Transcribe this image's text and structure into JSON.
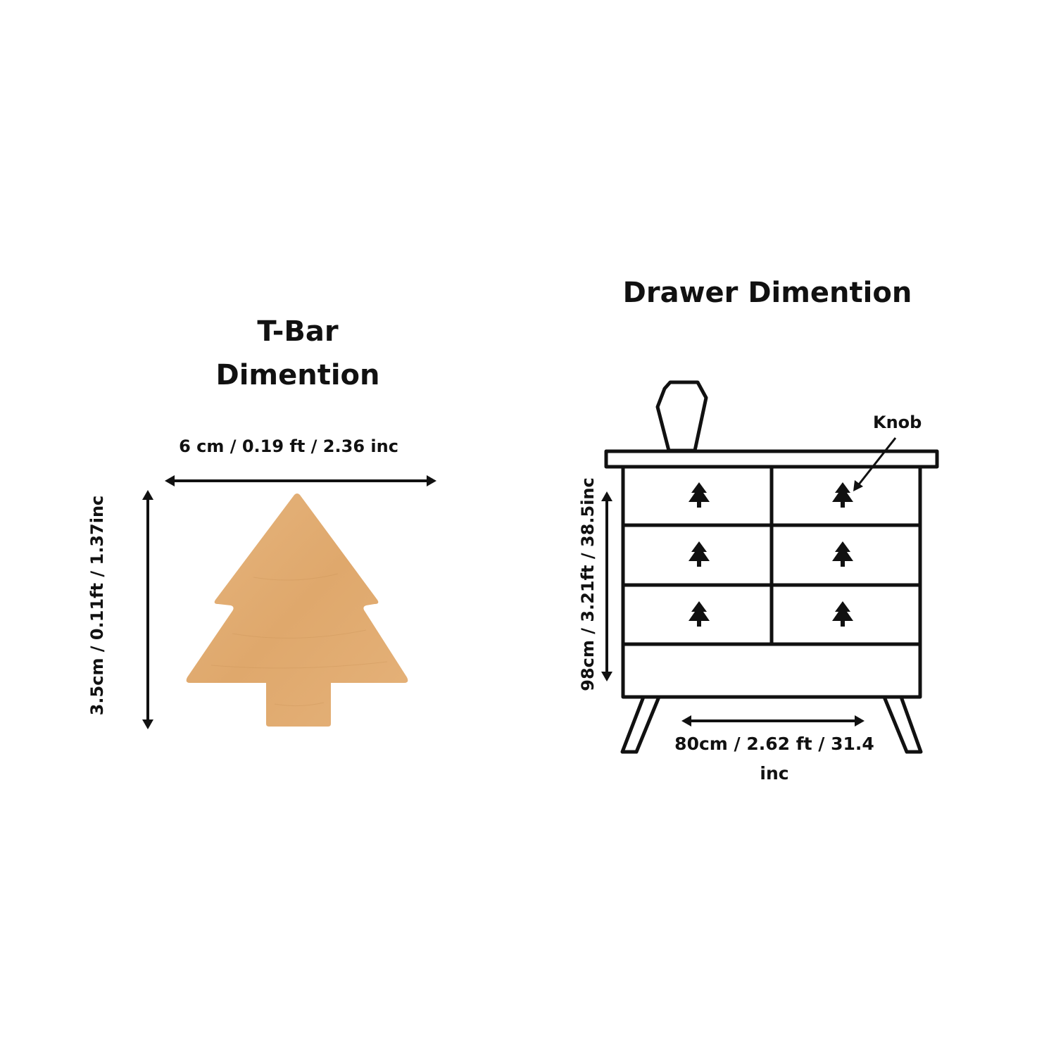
{
  "tbar": {
    "title_line1": "T-Bar",
    "title_line2": "Dimention",
    "width_label": "6 cm / 0.19 ft / 2.36 inc",
    "height_label": "3.5cm / 0.11ft / 1.37inc",
    "wood_color": "#E2AE73"
  },
  "drawer": {
    "title": "Drawer Dimention",
    "height_label": "98cm / 3.21ft / 38.5inc",
    "width_label": "80cm / 2.62 ft / 31.4 inc",
    "knob_label": "Knob",
    "line_color": "#111111"
  }
}
